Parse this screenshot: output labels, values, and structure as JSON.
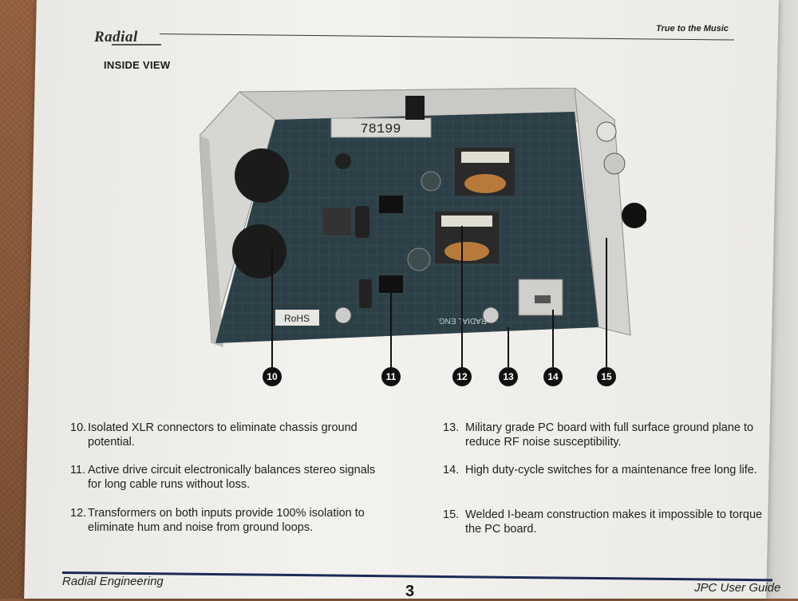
{
  "header": {
    "logo": "Radial",
    "tagline": "True to the Music",
    "section_title": "INSIDE VIEW"
  },
  "photo": {
    "label_number": "78199",
    "rohs": "RoHS",
    "board_text": "RADIAL ENG."
  },
  "callouts": [
    "10",
    "11",
    "12",
    "13",
    "14",
    "15"
  ],
  "items": [
    {
      "num": "10.",
      "text": "Isolated XLR connectors to eliminate chassis ground potential."
    },
    {
      "num": "11.",
      "text": "Active drive circuit electronically balances stereo signals for long cable runs without loss."
    },
    {
      "num": "12.",
      "text": "Transformers on both inputs provide 100% isolation to eliminate hum and noise from ground loops."
    },
    {
      "num": "13.",
      "text": "Military grade PC board with full surface ground plane to reduce RF noise susceptibility."
    },
    {
      "num": "14.",
      "text": "High duty-cycle switches for a maintenance free long life."
    },
    {
      "num": "15.",
      "text": "Welded I-beam construction makes it impossible to torque the PC board."
    }
  ],
  "footer": {
    "left": "Radial Engineering",
    "page": "3",
    "right": "JPC User Guide"
  }
}
